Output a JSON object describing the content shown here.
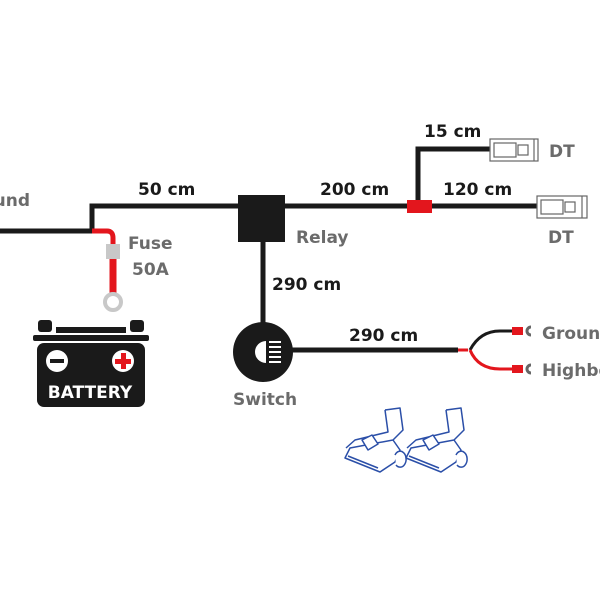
{
  "labels": {
    "ground_left": "Ground",
    "fuse": "Fuse",
    "fuse_rating": "50A",
    "battery": "BATTERY",
    "relay": "Relay",
    "switch": "Switch",
    "dt_top": "DT",
    "dt_bottom": "DT",
    "ground_right": "Ground",
    "highbeam": "Highbeam"
  },
  "lengths": {
    "ground_to_relay": "50 cm",
    "relay_to_splice": "200 cm",
    "splice_to_dt_top": "15 cm",
    "splice_to_dt_bottom": "120 cm",
    "relay_to_switch": "290 cm",
    "switch_to_split": "290 cm"
  },
  "colors": {
    "wire": "#1a1a1a",
    "positive": "#e3161d",
    "label": "#6b6b6b",
    "accessory": "#2b4fa8"
  }
}
